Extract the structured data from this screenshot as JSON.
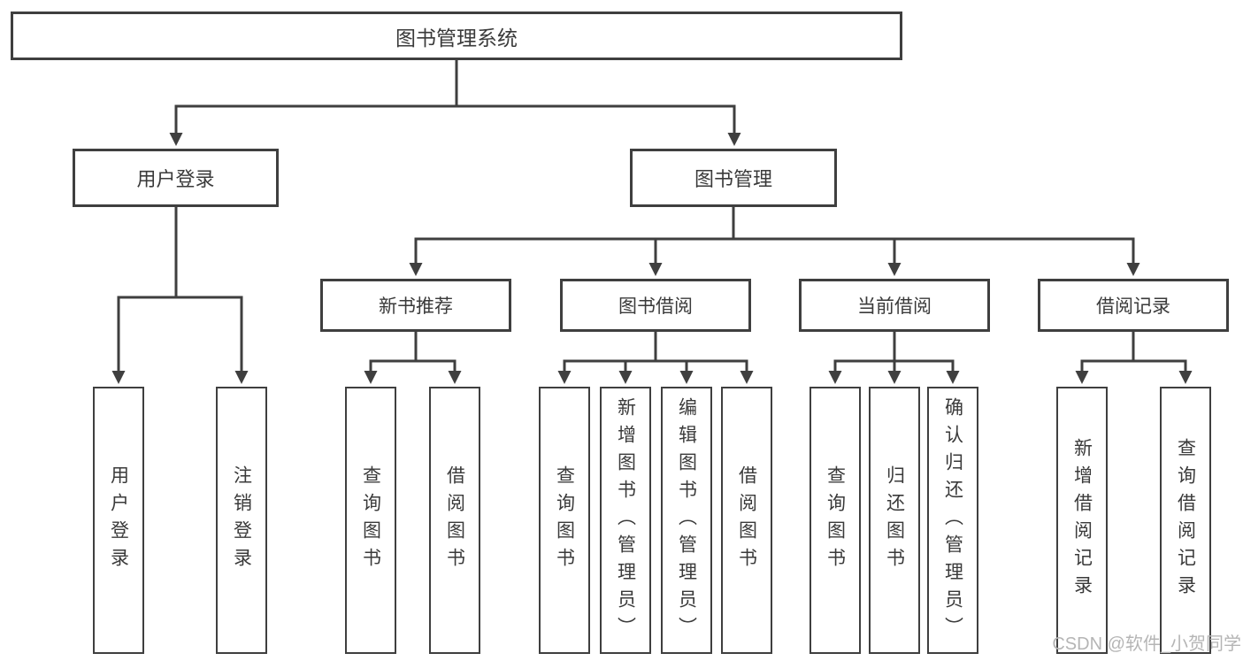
{
  "tree": {
    "root": "图书管理系统",
    "branches": [
      {
        "label": "用户登录",
        "leaves": [
          "用户登录",
          "注销登录"
        ]
      },
      {
        "label": "图书管理",
        "groups": [
          {
            "label": "新书推荐",
            "leaves": [
              "查询图书",
              "借阅图书"
            ]
          },
          {
            "label": "图书借阅",
            "leaves": [
              "查询图书",
              "新增图书（管理员）",
              "编辑图书（管理员）",
              "借阅图书"
            ]
          },
          {
            "label": "当前借阅",
            "leaves": [
              "查询图书",
              "归还图书",
              "确认归还（管理员）"
            ]
          },
          {
            "label": "借阅记录",
            "leaves": [
              "新增借阅记录",
              "查询借阅记录"
            ]
          }
        ]
      }
    ],
    "watermark": "CSDN @软件_小贺同学"
  },
  "colors": {
    "line": "#3f3f3f",
    "text": "#3a3a3a",
    "watermark": "#b5b5b5",
    "box_background": "#ffffff"
  }
}
